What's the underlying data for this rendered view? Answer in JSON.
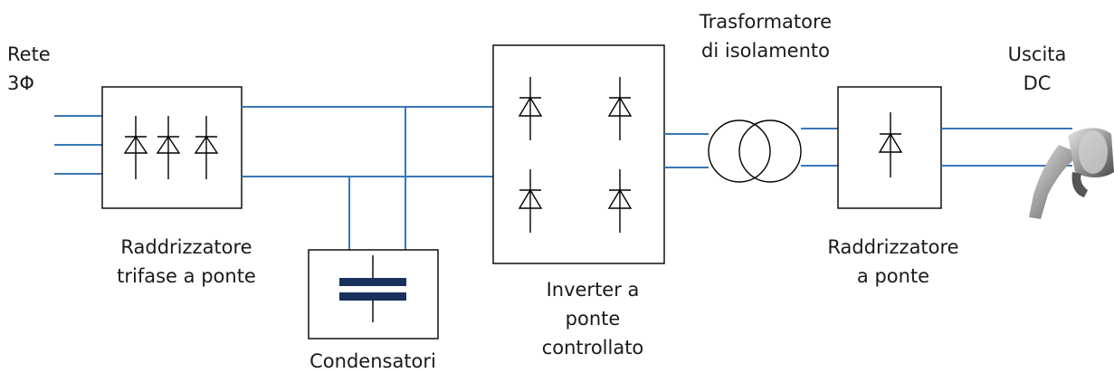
{
  "labels": {
    "input_l1": "Rete",
    "input_l2": "3Φ",
    "rect3_l1": "Raddrizzatore",
    "rect3_l2": "trifase a ponte",
    "cap": "Condensatori",
    "inv_l1": "Inverter a",
    "inv_l2": "ponte",
    "inv_l3": "controllato",
    "trafo_l1": "Trasformatore",
    "trafo_l2": "di isolamento",
    "rect1_l1": "Raddrizzatore",
    "rect1_l2": "a ponte",
    "out_l1": "Uscita",
    "out_l2": "DC"
  },
  "colors": {
    "wire": "#3a78b5",
    "capacitor": "#17305c",
    "outline": "#000000"
  }
}
